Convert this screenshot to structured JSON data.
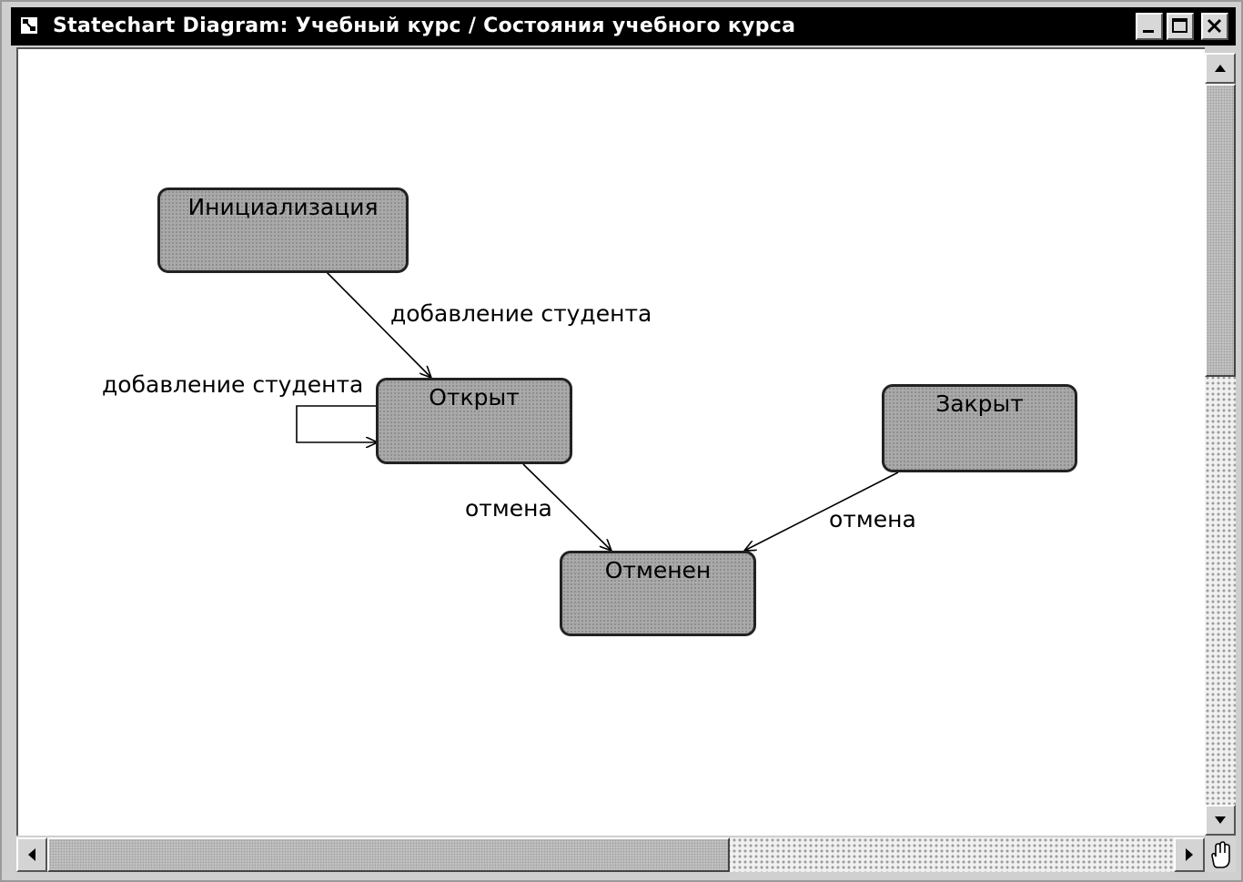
{
  "window": {
    "title": "Statechart Diagram: Учебный курс / Состояния учебного курса"
  },
  "diagram": {
    "states": [
      {
        "name": "Инициализация"
      },
      {
        "name": "Открыт"
      },
      {
        "name": "Закрыт"
      },
      {
        "name": "Отменен"
      }
    ],
    "transitions": [
      {
        "label": "добавление студента"
      },
      {
        "label": "добавление студента"
      },
      {
        "label": "отмена"
      },
      {
        "label": "отмена"
      }
    ]
  },
  "icons": {
    "window": "diagram-icon",
    "minimize": "minimize-icon",
    "maximize": "maximize-icon",
    "close": "close-icon",
    "scroll_up": "arrow-up-icon",
    "scroll_down": "arrow-down-icon",
    "scroll_left": "arrow-left-icon",
    "scroll_right": "arrow-right-icon",
    "corner": "hand-icon"
  }
}
